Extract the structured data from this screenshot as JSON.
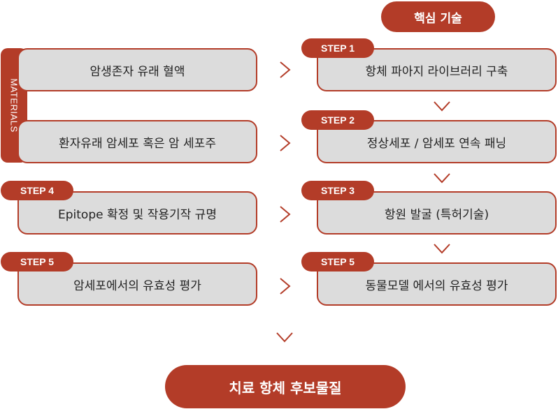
{
  "header": {
    "core_tech_label": "핵심 기술"
  },
  "materials_label": "MATERIALS",
  "left": {
    "box1": "암생존자 유래 혈액",
    "box2": "환자유래 암세포 혹은 암 세포주",
    "box3": {
      "tab": "STEP 4",
      "text": "Epitope 확정 및 작용기작 규명"
    },
    "box4": {
      "tab": "STEP 5",
      "text": "암세포에서의 유효성 평가"
    }
  },
  "right": {
    "step1": {
      "tab": "STEP 1",
      "text": "항체 파아지 라이브러리 구축"
    },
    "step2": {
      "tab": "STEP 2",
      "text": "정상세포 / 암세포 연속 패닝"
    },
    "step3": {
      "tab": "STEP 3",
      "text": "항원 발굴 (특허기술)"
    },
    "step5": {
      "tab": "STEP 5",
      "text": "동물모델 에서의 유효성 평가"
    }
  },
  "result": {
    "label": "치료 항체 후보물질"
  },
  "colors": {
    "accent": "#b33c28",
    "box_fill": "#dcdcdc",
    "arrow": "#b33c28"
  }
}
